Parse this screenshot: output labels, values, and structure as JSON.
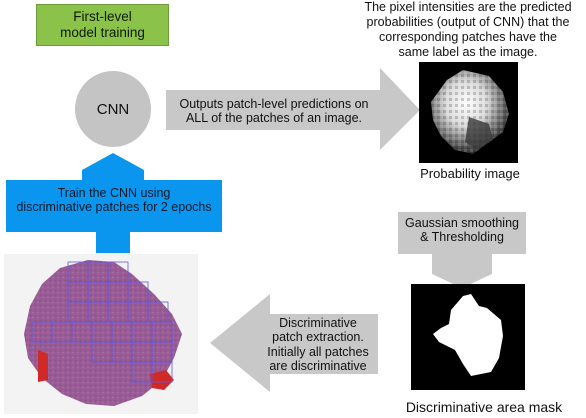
{
  "title_box": {
    "line1": "First-level",
    "line2": "model training",
    "color": "#8bc34a"
  },
  "cnn": {
    "label": "CNN",
    "color": "#c4c4c4"
  },
  "arrow_predict": {
    "line1": "Outputs patch-level predictions on",
    "line2": "ALL of the patches of an image."
  },
  "pixel_note": {
    "line1": "The pixel intensities are the predicted",
    "line2": "probabilities (output of CNN) that the",
    "line3": "corresponding patches have the",
    "line4": "same label as the image."
  },
  "probability_caption": "Probability image",
  "arrow_smoothing": {
    "line1": "Gaussian smoothing",
    "line2": "& Thresholding"
  },
  "mask_caption": "Discriminative area mask",
  "arrow_extraction": {
    "line1": "Discriminative",
    "line2": "patch extraction.",
    "line3": "Initially all patches",
    "line4": "are discriminative"
  },
  "arrow_train": {
    "line1": "Train the CNN using",
    "line2": "discriminative patches for 2 epochs",
    "color": "#0a96ee"
  },
  "colors": {
    "gray_arrow": "#c8c8c8",
    "tissue": "#9a5c96",
    "patch_grid": "#5a56e0",
    "blood": "#d02a28"
  }
}
